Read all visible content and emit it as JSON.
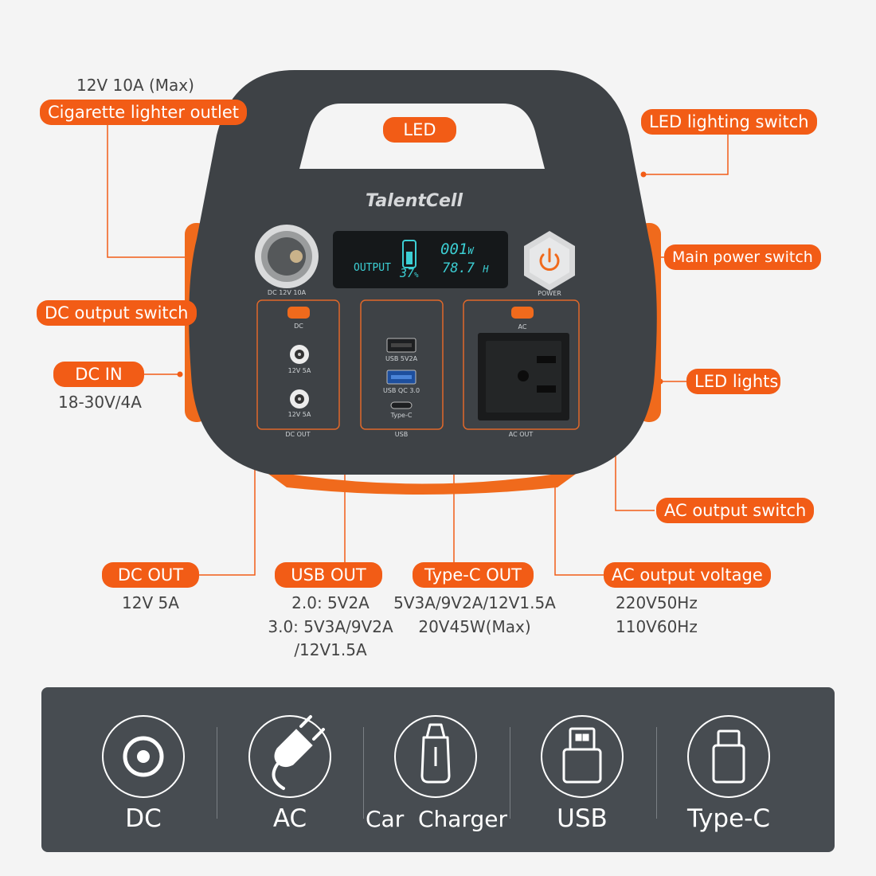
{
  "callouts": {
    "cigarette_spec": "12V 10A (Max)",
    "cigarette_outlet": "Cigarette lighter outlet",
    "led": "LED",
    "led_lighting_switch": "LED lighting switch",
    "main_power_switch": "Main power switch",
    "dc_output_switch": "DC output switch",
    "dc_in": "DC IN",
    "dc_in_spec": "18-30V/4A",
    "led_lights": "LED lights",
    "ac_output_switch": "AC output switch",
    "dc_out": "DC OUT",
    "dc_out_spec": "12V 5A",
    "usb_out": "USB OUT",
    "usb_spec_1": "2.0: 5V2A",
    "usb_spec_2": "3.0: 5V3A/9V2A",
    "usb_spec_3": "/12V1.5A",
    "typec_out": "Type-C OUT",
    "typec_spec_1": "5V3A/9V2A/12V1.5A",
    "typec_spec_2": "20V45W(Max)",
    "ac_output_voltage": "AC output voltage",
    "ac_spec_1": "220V50Hz",
    "ac_spec_2": "110V60Hz"
  },
  "device": {
    "brand": "TalentCell",
    "display_output": "OUTPUT",
    "display_percent": "37",
    "display_percent_unit": "%",
    "display_watts": "001",
    "display_watts_unit": "W",
    "display_hours": "78.7",
    "display_hours_unit": "H",
    "dc_socket_label": "DC 12V 10A",
    "power_label": "POWER",
    "dc_switch_label": "DC",
    "dc_port_label": "12V 5A",
    "dc_section_label": "DC OUT",
    "usb_a_label": "USB 5V2A",
    "usb_qc_label": "USB QC 3.0",
    "typec_label": "Type-C",
    "usb_section_label": "USB",
    "ac_switch_label": "AC",
    "ac_section_label": "AC OUT"
  },
  "panel": {
    "items": [
      {
        "label": "DC",
        "icon": "dc-port-icon"
      },
      {
        "label": "AC",
        "icon": "ac-plug-icon"
      },
      {
        "label": "Car  Charger",
        "icon": "car-charger-icon"
      },
      {
        "label": "USB",
        "icon": "usb-icon"
      },
      {
        "label": "Type-C",
        "icon": "type-c-icon"
      }
    ]
  },
  "colors": {
    "accent": "#f25c16",
    "device_body": "#3e4246",
    "panel_bg": "#474c51",
    "background": "#f4f4f4"
  }
}
